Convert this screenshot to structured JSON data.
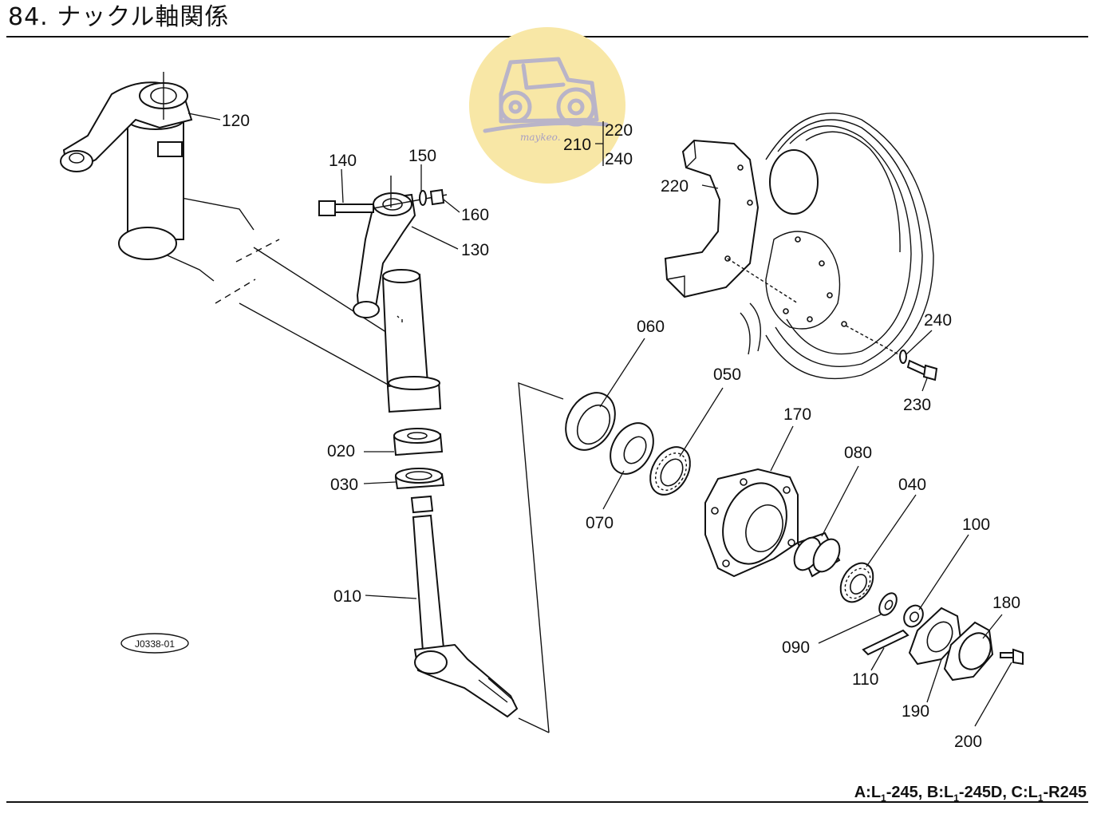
{
  "title": "84. ナックル軸関係",
  "footer": {
    "a_prefix": "A:L",
    "a_sub": "1",
    "a_model": "-245,",
    "b_prefix": "B:L",
    "b_sub": "1",
    "b_model": "-245D,",
    "c_prefix": "C:L",
    "c_sub": "1",
    "c_model": "-R245"
  },
  "watermark": {
    "text": "maykeo.",
    "color": "#f8e7a6",
    "icon": "tractor-icon"
  },
  "diagram_code": "J0338-01",
  "parts": {
    "p010": "010",
    "p020": "020",
    "p030": "030",
    "p040": "040",
    "p050": "050",
    "p060": "060",
    "p070": "070",
    "p080": "080",
    "p090": "090",
    "p100": "100",
    "p110": "110",
    "p120": "120",
    "p130": "130",
    "p140": "140",
    "p150": "150",
    "p160": "160",
    "p170": "170",
    "p180": "180",
    "p190": "190",
    "p200": "200",
    "p210": "210",
    "p220": "220",
    "p220b": "220",
    "p230": "230",
    "p240": "240",
    "p240b": "240"
  }
}
